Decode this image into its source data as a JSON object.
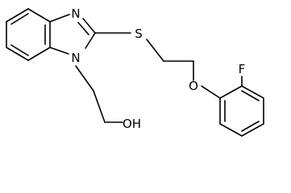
{
  "molecule": {
    "atoms": {
      "n_imine": "N",
      "n_ring": "N",
      "sulfur": "S",
      "oxygen_ether": "O",
      "fluorine": "F",
      "hydroxyl": "OH"
    }
  }
}
